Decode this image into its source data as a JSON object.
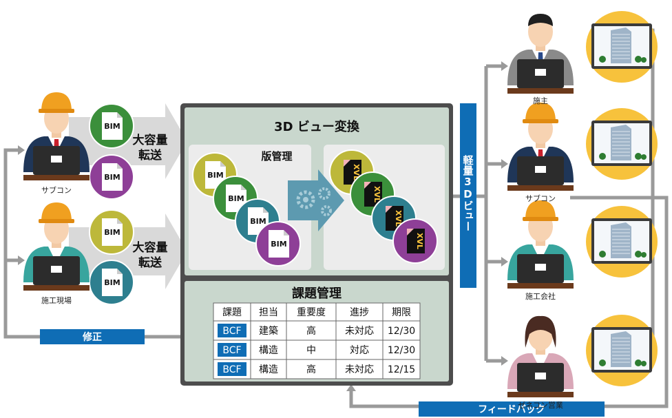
{
  "title": "3D ビュー変換",
  "version_mgmt": "版管理",
  "issue_mgmt": "課題管理",
  "transfer_label": "大容量\n転送",
  "transfer_line1": "大容量",
  "transfer_line2": "転送",
  "lightweight_view": "軽量3Dビュー",
  "fix_label": "修正",
  "feedback_label": "フィードバック",
  "left_people": [
    {
      "name": "サブコン",
      "hat": "orange",
      "suit": "navy"
    },
    {
      "name": "施工現場",
      "hat": "orange",
      "suit": "teal"
    }
  ],
  "right_people": [
    {
      "name": "施主",
      "hat": "none",
      "suit": "gray"
    },
    {
      "name": "サブコン",
      "hat": "orange",
      "suit": "navy"
    },
    {
      "name": "施工会社",
      "hat": "orange",
      "suit": "teal"
    },
    {
      "name": "ゼネコン営業",
      "hat": "none",
      "suit": "pink"
    }
  ],
  "bim_label": "BIM",
  "xvl_label": "XVL",
  "colors": {
    "green": "#3b8f3b",
    "purple": "#8e3f97",
    "olive": "#bdb83a",
    "teal": "#2e7f8f",
    "blue": "#0f6db5",
    "panel": "#c9d7cd",
    "panel_border": "#555555",
    "orange": "#f0a020",
    "yellow": "#f7c23c"
  },
  "table": {
    "headers": [
      "課題",
      "担当",
      "重要度",
      "進捗",
      "期限"
    ],
    "rows": [
      [
        "BCF",
        "建築",
        "高",
        "未対応",
        "12/30"
      ],
      [
        "BCF",
        "構造",
        "中",
        "対応",
        "12/30"
      ],
      [
        "BCF",
        "構造",
        "高",
        "未対応",
        "12/15"
      ]
    ]
  }
}
